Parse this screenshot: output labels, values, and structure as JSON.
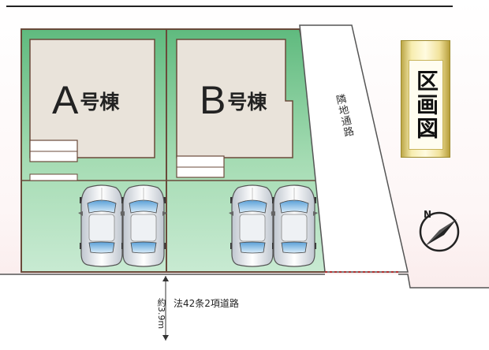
{
  "title": "区画図",
  "houses": {
    "a": {
      "letter": "A",
      "suffix": "号棟"
    },
    "b": {
      "letter": "B",
      "suffix": "号棟"
    }
  },
  "adjacent_road": "隣地通路",
  "front_road": {
    "name": "法42条2項道路",
    "width": "約3.9m"
  },
  "colors": {
    "lot_green": "#8fd0a3",
    "house_beige": "#e9e3da",
    "outline": "#6a4a3a",
    "road": "#ffffff"
  },
  "icons": [
    "car-icon",
    "compass-north-icon"
  ]
}
